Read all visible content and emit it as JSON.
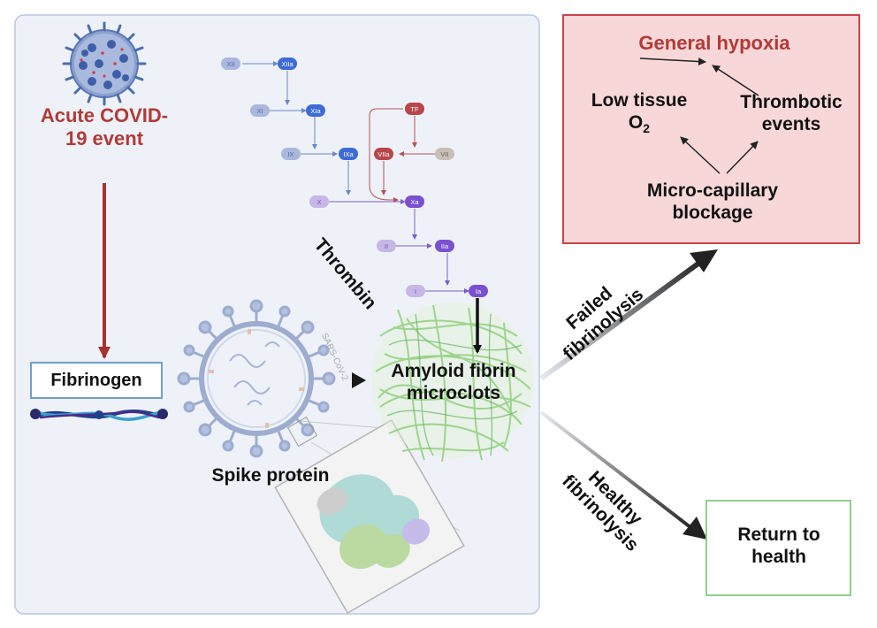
{
  "labels": {
    "acute_event": "Acute COVID-19 event",
    "fibrinogen": "Fibrinogen",
    "spike_protein": "Spike protein",
    "thrombin": "Thrombin",
    "sars_cov_2": "SARS-CoV-2",
    "amyloid_microclots": "Amyloid fibrin microclots",
    "failed_fibrinolysis": "Failed fibrinolysis",
    "healthy_fibrinolysis": "Healthy fibrinolysis",
    "return_to_health": "Return to health",
    "general_hypoxia": "General hypoxia",
    "low_tissue_o2_text": "Low tissue",
    "low_tissue_o2_symbol": "O",
    "low_tissue_o2_sub": "2",
    "thrombotic_events": "Thrombotic events",
    "micro_capillary_blockage": "Micro-capillary blockage"
  },
  "cascade": {
    "xii": "XII",
    "xiia": "XIIa",
    "xi": "XI",
    "xia": "XIa",
    "ix": "IX",
    "ixa": "IXa",
    "tf": "TF",
    "viia": "VIIa",
    "vii": "VII",
    "x": "X",
    "xa": "Xa",
    "ii": "II",
    "iia": "IIa",
    "i": "I",
    "ia": "Ia"
  },
  "colors": {
    "panel_bg": "#eef2f8",
    "panel_border": "#b8c8e0",
    "event_red": "#b23a36",
    "hypoxia_box_bg": "#f8d7d8",
    "hypoxia_box_border": "#c94448",
    "health_box_border": "#8fcf8f",
    "fibrinogen_border": "#6fa0cc",
    "virus_blue": "#4a6eaa",
    "clot_green": "#8fcf7a"
  }
}
